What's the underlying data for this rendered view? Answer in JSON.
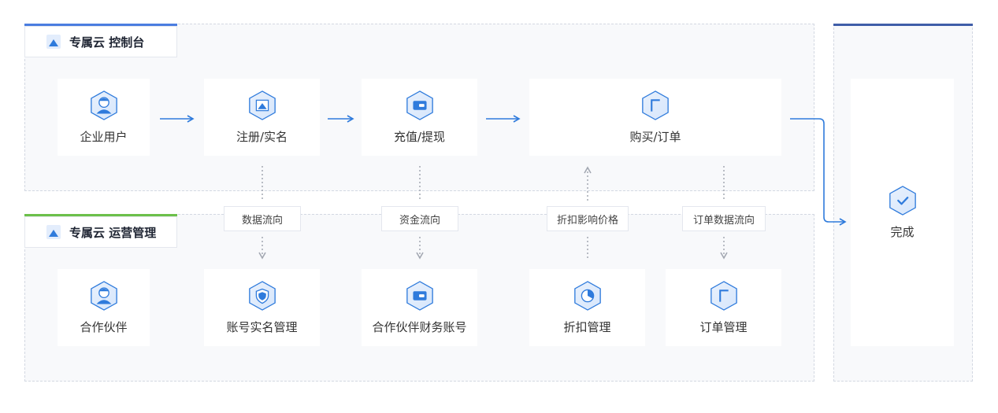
{
  "zones": {
    "console": {
      "title": "专属云 控制台"
    },
    "ops": {
      "title": "专属云 运营管理"
    }
  },
  "console_nodes": [
    {
      "label": "企业用户",
      "icon": "user-avatar-icon"
    },
    {
      "label": "注册/实名",
      "icon": "image-icon"
    },
    {
      "label": "充值/提现",
      "icon": "wallet-icon"
    },
    {
      "label": "购买/订单",
      "icon": "order-icon"
    }
  ],
  "ops_nodes": [
    {
      "label": "合作伙伴",
      "icon": "user-avatar-icon"
    },
    {
      "label": "账号实名管理",
      "icon": "shield-icon"
    },
    {
      "label": "合作伙伴财务账号",
      "icon": "wallet-icon"
    },
    {
      "label": "折扣管理",
      "icon": "pie-chart-icon"
    },
    {
      "label": "订单管理",
      "icon": "order-icon"
    }
  ],
  "flow_tags": [
    "数据流向",
    "资金流向",
    "折扣影响价格",
    "订单数据流向"
  ],
  "done": {
    "label": "完成",
    "icon": "check-icon"
  },
  "colors": {
    "console_accent": "#4a7de0",
    "ops_accent": "#6cc04a",
    "done_accent": "#3f5da8",
    "flow_arrow": "#2f7bdc",
    "dotted": "#a3a8b2"
  }
}
